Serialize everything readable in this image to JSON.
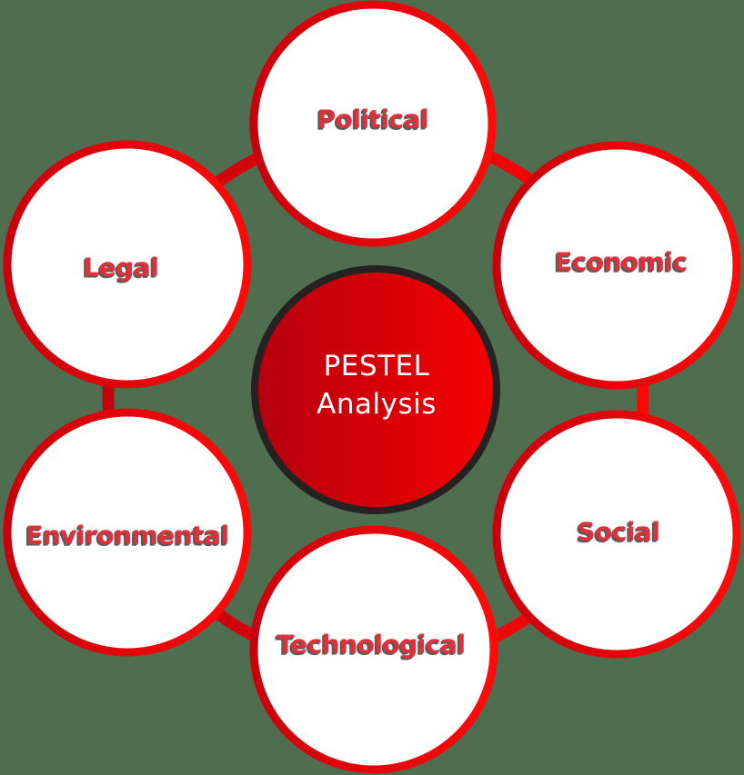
{
  "diagram": {
    "title": "PESTEL Analysis",
    "center": {
      "line1": "PESTEL",
      "line2": "Analysis"
    },
    "nodes": [
      {
        "id": "political",
        "label": "Political"
      },
      {
        "id": "economic",
        "label": "Economic"
      },
      {
        "id": "social",
        "label": "Social"
      },
      {
        "id": "technological",
        "label": "Technological"
      },
      {
        "id": "environmental",
        "label": "Environmental"
      },
      {
        "id": "legal",
        "label": "Legal"
      }
    ]
  },
  "colors": {
    "background": "#4f6d4f",
    "ring": "#d0000e",
    "node_border": "#e8000c",
    "node_fill": "#ffffff",
    "center_fill_start": "#b5000f",
    "center_fill_end": "#f50000",
    "center_border": "#262222",
    "label_text": "#e2303a",
    "center_text": "#ffffff"
  }
}
